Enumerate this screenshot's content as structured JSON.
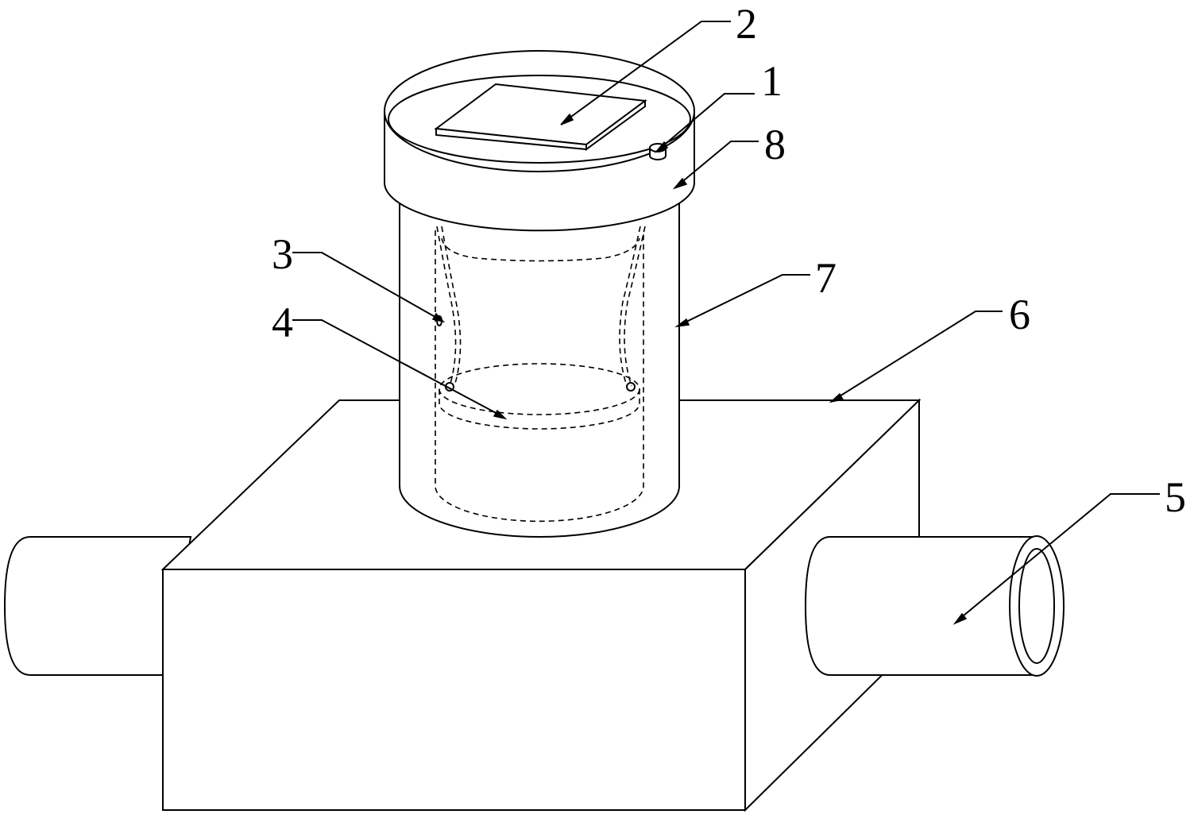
{
  "labels": {
    "part1": "1",
    "part2": "2",
    "part3": "3",
    "part4": "4",
    "part5": "5",
    "part6": "6",
    "part7": "7",
    "part8": "8"
  },
  "colors": {
    "line": "#000000",
    "background": "#ffffff"
  }
}
